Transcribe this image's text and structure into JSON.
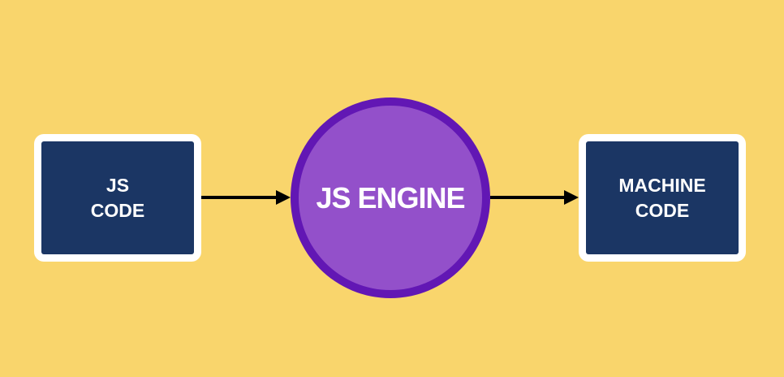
{
  "nodes": {
    "source": {
      "line1": "JS",
      "line2": "CODE"
    },
    "engine": {
      "label": "JS ENGINE"
    },
    "output": {
      "line1": "MACHINE",
      "line2": "CODE"
    }
  },
  "colors": {
    "background": "#F9D56C",
    "box_fill": "#1B3664",
    "box_border": "#FFFFFF",
    "engine_fill": "#9350CA",
    "engine_border": "#6217B4",
    "arrow": "#000000"
  }
}
